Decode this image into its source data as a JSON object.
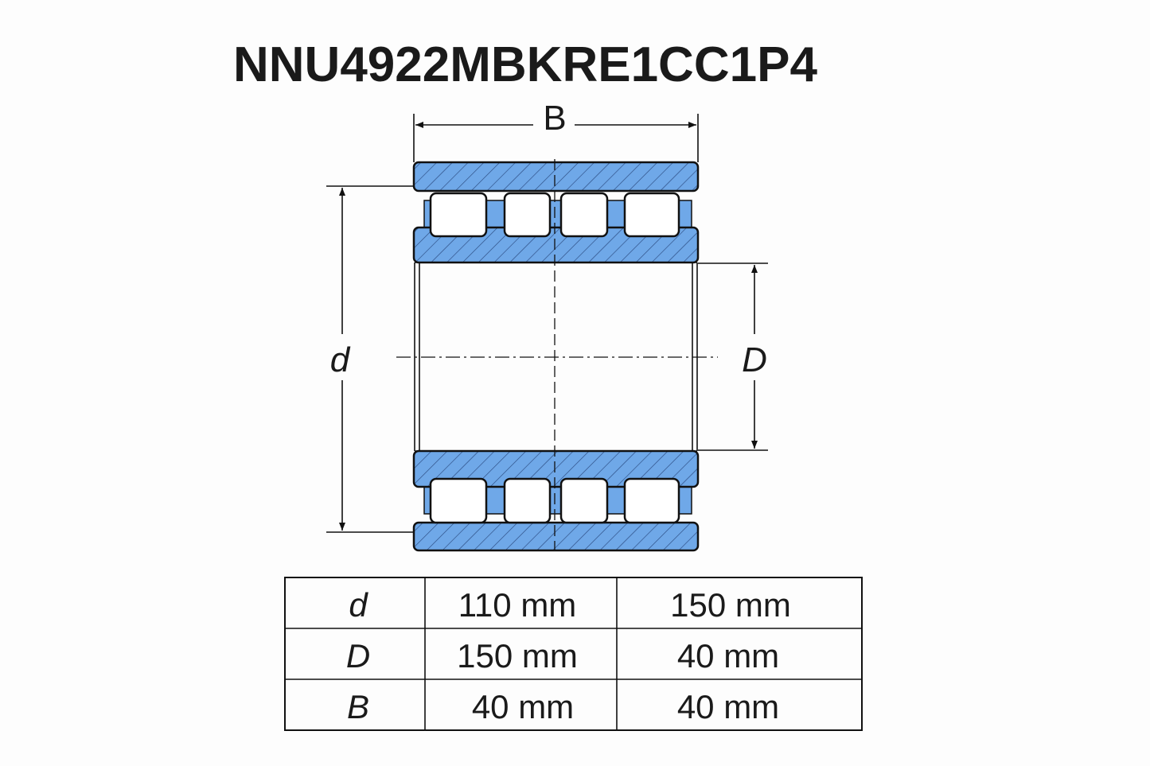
{
  "title": "NNU4922MBKRE1CC1P4",
  "dimension_labels": {
    "B": "B",
    "d": "d",
    "D": "D"
  },
  "colors": {
    "section_fill": "#6fa8e8",
    "line": "#111111"
  },
  "table": {
    "rows": [
      {
        "symbol": "d",
        "col1": "110 mm",
        "col2": "150 mm"
      },
      {
        "symbol": "D",
        "col1": "150 mm",
        "col2": "40 mm"
      },
      {
        "symbol": "B",
        "col1": "40 mm",
        "col2": "40 mm"
      }
    ]
  }
}
